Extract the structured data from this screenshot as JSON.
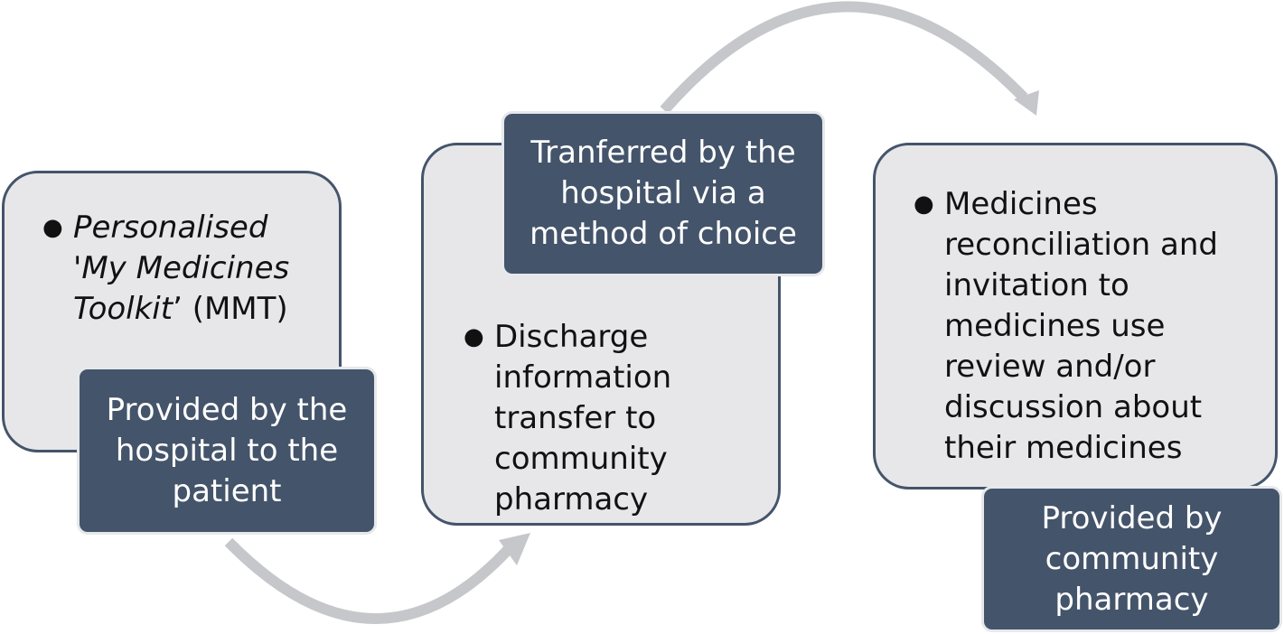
{
  "stages": [
    {
      "bullet_lines": [
        {
          "parts": [
            "Personalised"
          ]
        },
        {
          "parts": [
            "'My Medicines"
          ]
        },
        {
          "parts": [
            "Toolkit",
            "’ (MMT)"
          ]
        }
      ],
      "provider_lines": [
        "Provided by the",
        "hospital to the",
        "patient"
      ]
    },
    {
      "transfer_lines": [
        "Tranferred by the",
        "hospital via a",
        "method of choice"
      ],
      "bullet_lines": [
        "Discharge",
        "information",
        "transfer to",
        "community",
        "pharmacy"
      ]
    },
    {
      "bullet_lines": [
        "Medicines",
        "reconciliation and",
        "invitation to",
        "medicines use",
        "review and/or",
        "discussion about",
        "their medicines"
      ],
      "provider_lines": [
        "Provided by",
        "community",
        "pharmacy"
      ]
    }
  ],
  "colors": {
    "box_fill": "#e7e7e9",
    "box_border": "#44546a",
    "label_fill": "#44546a",
    "label_text": "#ffffff",
    "arrow": "#c5c7cb"
  }
}
